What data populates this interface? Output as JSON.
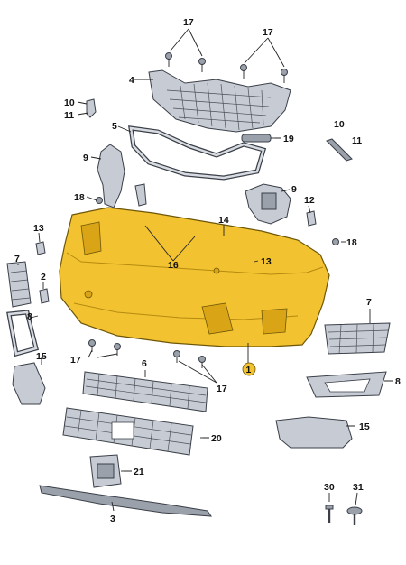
{
  "colors": {
    "bumper": "#f2c230",
    "bumper_shadow": "#d9a516",
    "part": "#c7ccd4",
    "part_dark": "#9aa1ab",
    "label_badge": "#f2c230"
  },
  "labels": {
    "l17a": "17",
    "l17b": "17",
    "l4": "4",
    "l10a": "10",
    "l11a": "11",
    "l5": "5",
    "l19": "19",
    "l10b": "10",
    "l11b": "11",
    "l9a": "9",
    "l18a": "18",
    "l9b": "9",
    "l12": "12",
    "l13a": "13",
    "l14": "14",
    "l18b": "18",
    "l7a": "7",
    "l2": "2",
    "l16": "16",
    "l13b": "13",
    "l8a": "8",
    "l7b": "7",
    "l15a": "15",
    "l17c": "17",
    "l6": "6",
    "l17d": "17",
    "l1": "1",
    "l8b": "8",
    "l20": "20",
    "l15b": "15",
    "l21": "21",
    "l30": "30",
    "l31": "31",
    "l3": "3"
  }
}
